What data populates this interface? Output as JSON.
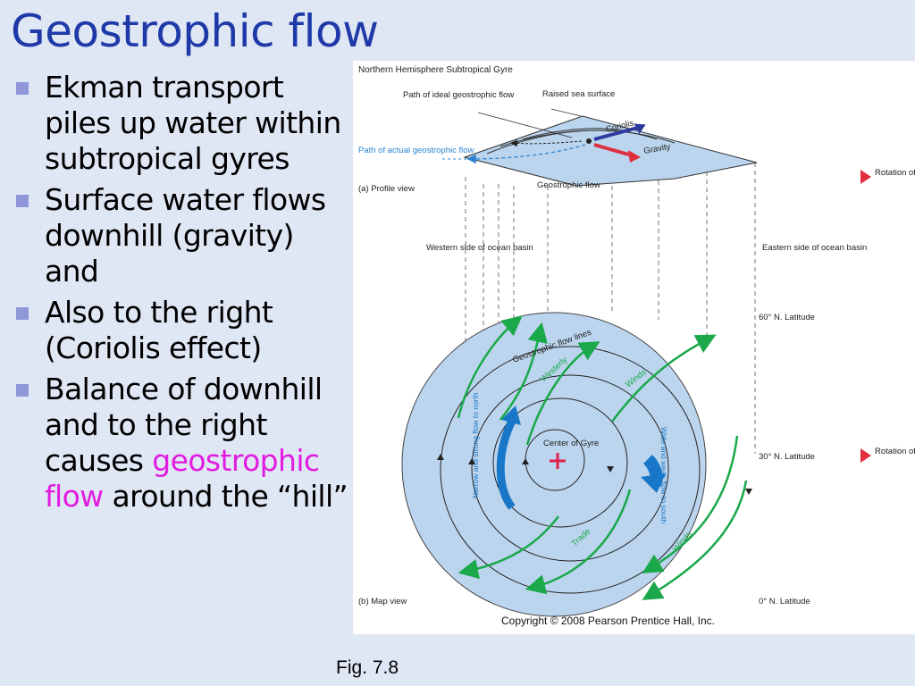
{
  "slide": {
    "title": "Geostrophic flow",
    "bullets": [
      "Ekman transport piles up water within subtropical gyres",
      "Surface water flows downhill (gravity) and",
      "Also to the right (Coriolis effect)",
      "Balance of downhill and to the right causes"
    ],
    "bullet4_highlight": "geostrophic flow",
    "bullet4_end": "around the “hill”",
    "caption": "Fig. 7.8"
  },
  "figure": {
    "title": "Northern Hemisphere Subtropical Gyre",
    "profile": {
      "label": "(a) Profile view",
      "ideal_path": "Path of ideal geostrophic flow",
      "raised": "Raised sea surface",
      "actual_path": "Path of actual geostrophic flow",
      "coriolis": "Coriolis",
      "gravity": "Gravity",
      "geo_flow": "Geostrophic flow",
      "rotation": "Rotation of Earth"
    },
    "map": {
      "label": "(b) Map view",
      "western": "Western side of ocean basin",
      "eastern": "Eastern side of ocean basin",
      "lat60": "60° N. Latitude",
      "lat30": "30° N. Latitude",
      "lat0": "0° N. Latitude",
      "rotation": "Rotation of Earth",
      "flow_lines": "Geostrophic flow lines",
      "westerly": "Westerly",
      "winds": "Winds",
      "trade": "Trade",
      "center": "Center of Gyre",
      "narrow": "Narrow and strong flow to north",
      "wide": "Wide and weak flow to south"
    },
    "copyright": "Copyright © 2008 Pearson Prentice Hall, Inc."
  },
  "colors": {
    "title": "#1f3aa8",
    "highlight": "#e21be0",
    "ocean": "#bcd5ee",
    "green_arrow": "#1aa84a",
    "blue_arrow": "#1877c9",
    "red_arrow": "#e02f3d",
    "navy_arrow": "#2e3a9e"
  }
}
